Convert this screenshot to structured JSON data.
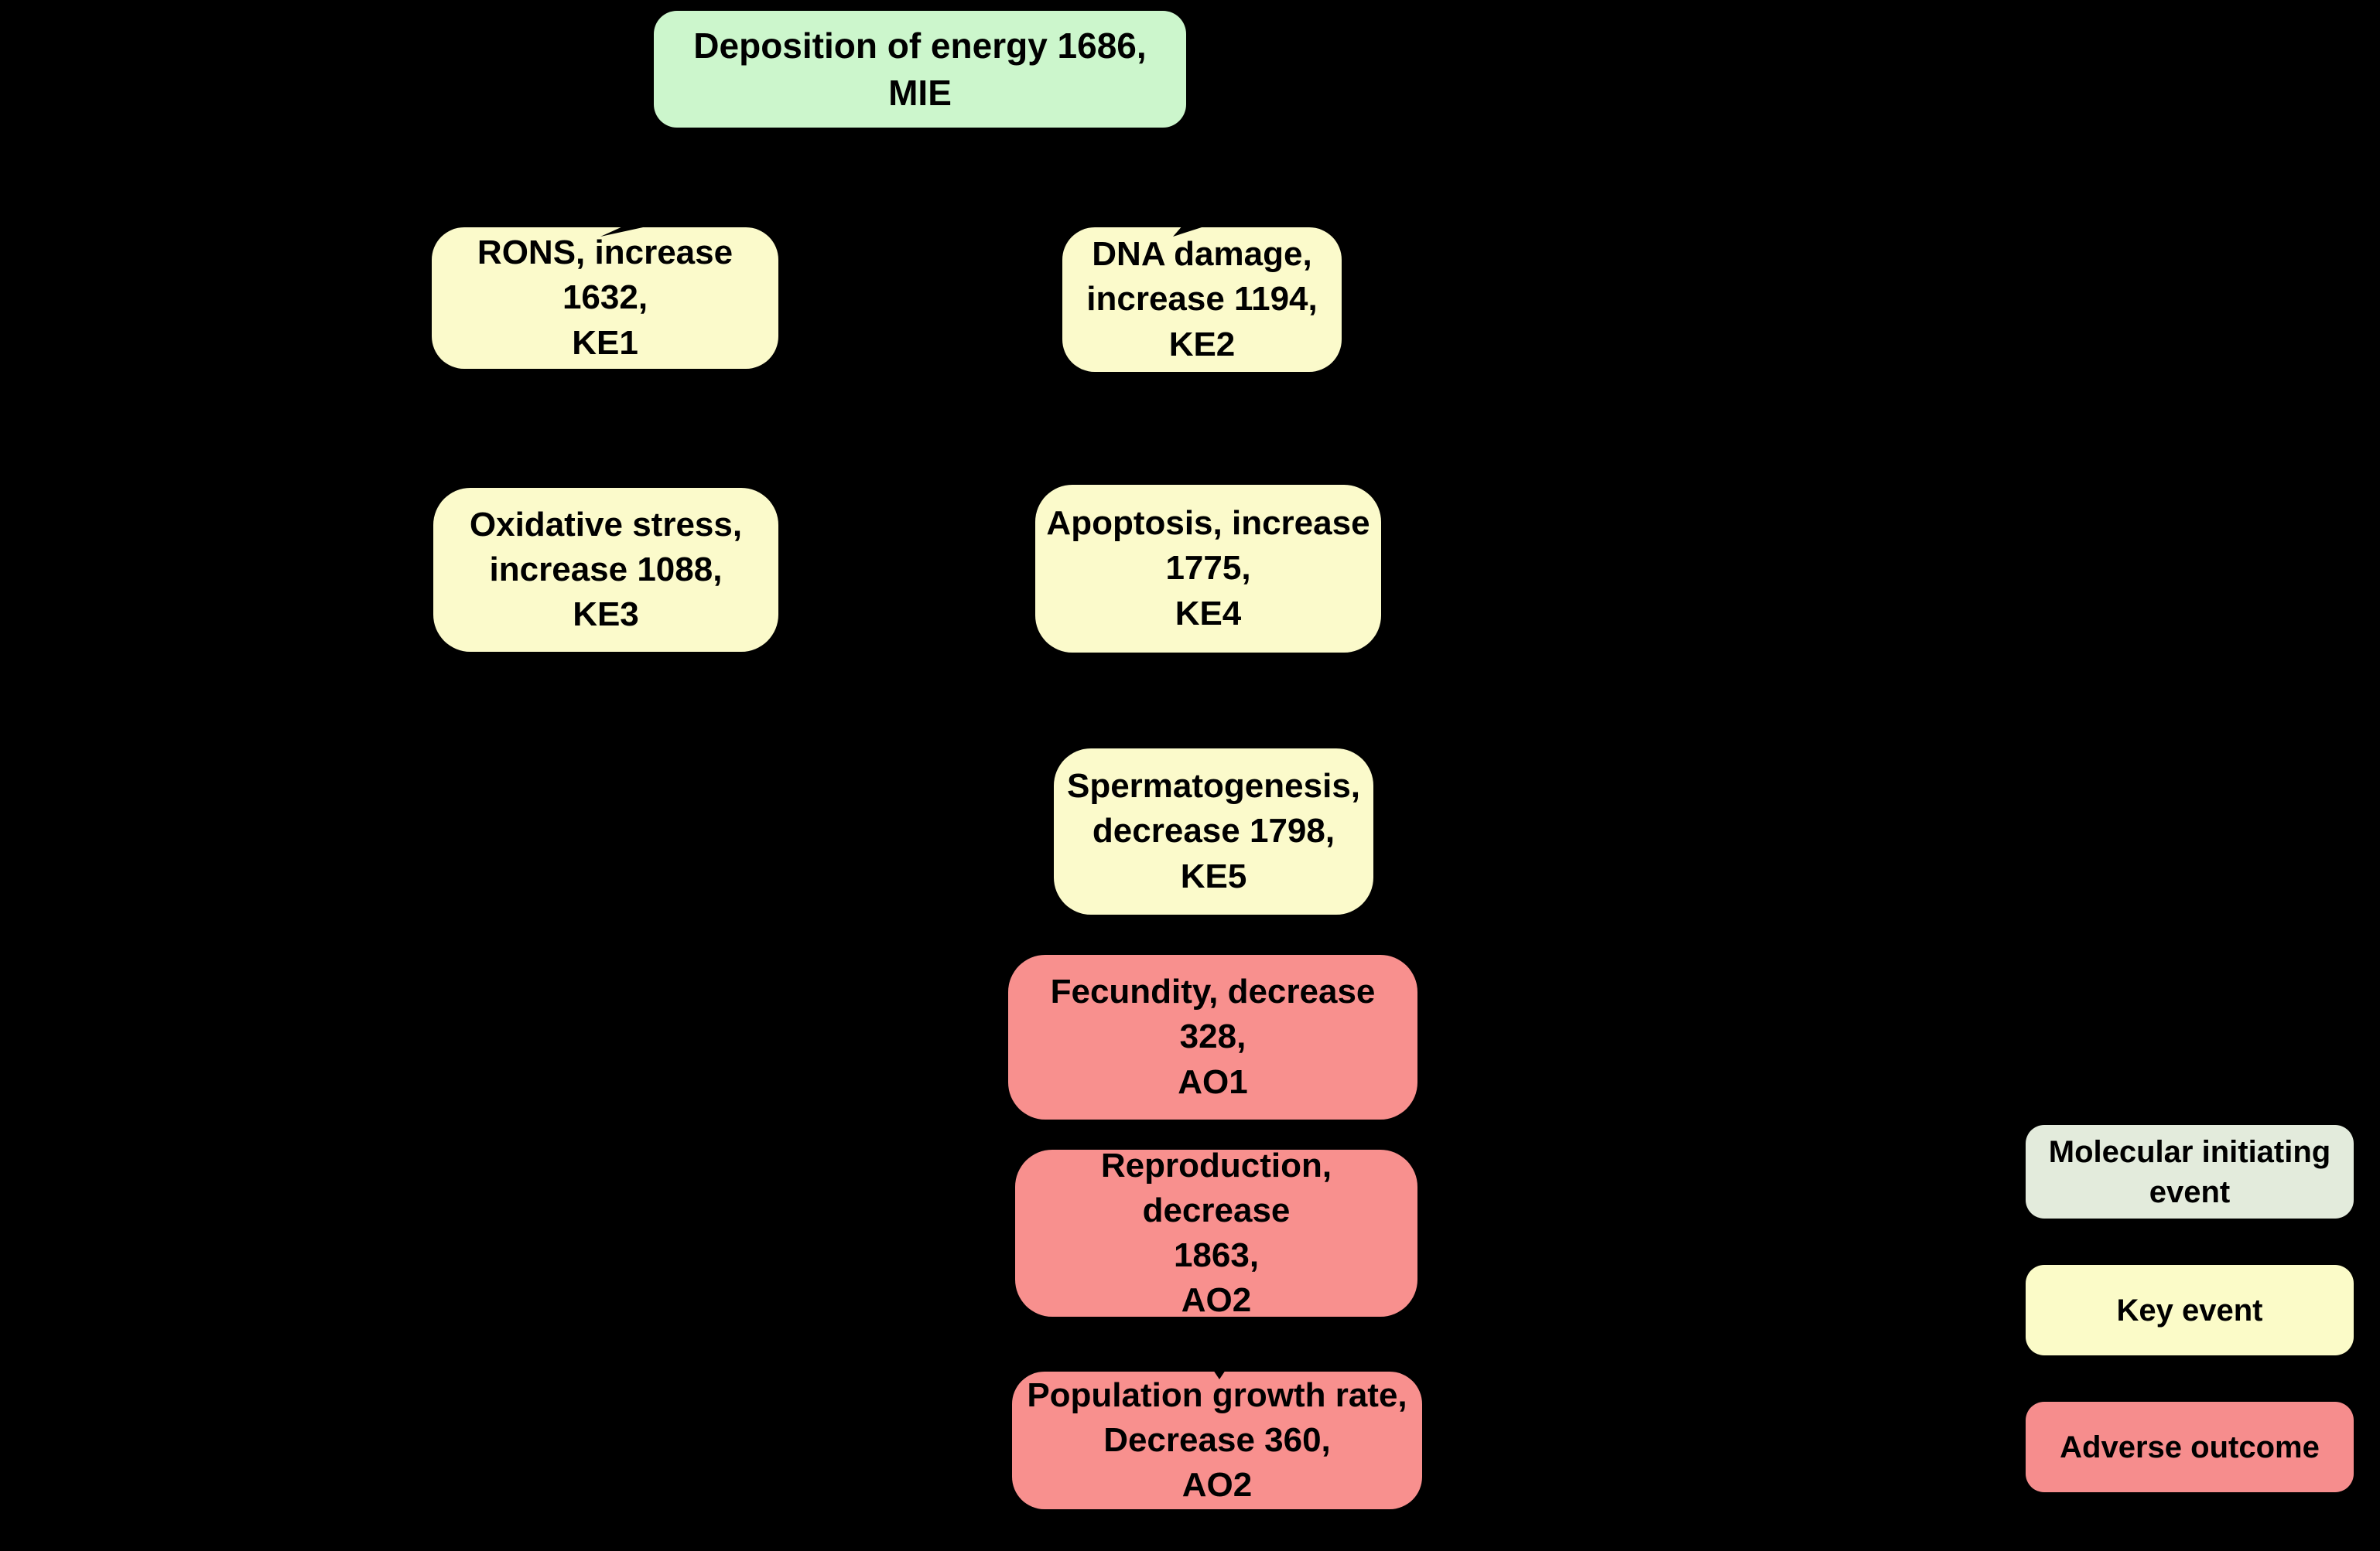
{
  "colors": {
    "background": "#000000",
    "text": "#000000",
    "mie_fill": "#ccf6cc",
    "ke_fill": "#fbfacb",
    "ao_fill": "#f8908e",
    "legend_mie_fill": "#e3ebdc",
    "legend_ke_fill": "#fbfbc8",
    "legend_ao_fill": "#f68d8d"
  },
  "nodes": {
    "mie": {
      "label": "Deposition of energy 1686,\nMIE",
      "type": "mie_fill"
    },
    "ke1": {
      "label": "RONS, increase\n1632,\nKE1",
      "type": "ke_fill"
    },
    "ke2": {
      "label": "DNA damage,\nincrease 1194,\nKE2",
      "type": "ke_fill"
    },
    "ke3": {
      "label": "Oxidative stress,\nincrease 1088,\nKE3",
      "type": "ke_fill"
    },
    "ke4": {
      "label": "Apoptosis, increase\n1775,\nKE4",
      "type": "ke_fill"
    },
    "ke5": {
      "label": "Spermatogenesis,\ndecrease 1798,\nKE5",
      "type": "ke_fill"
    },
    "ao1": {
      "label": "Fecundity, decrease 328,\nAO1",
      "type": "ao_fill"
    },
    "ao2": {
      "label": "Reproduction, decrease\n1863,\nAO2",
      "type": "ao_fill"
    },
    "ao3": {
      "label": "Population growth rate,\nDecrease 360,\nAO2",
      "type": "ao_fill"
    }
  },
  "legend": {
    "mie": {
      "label": "Molecular initiating\nevent",
      "type": "legend_mie_fill"
    },
    "ke": {
      "label": "Key event",
      "type": "legend_ke_fill"
    },
    "ao": {
      "label": "Adverse outcome",
      "type": "legend_ao_fill"
    }
  }
}
